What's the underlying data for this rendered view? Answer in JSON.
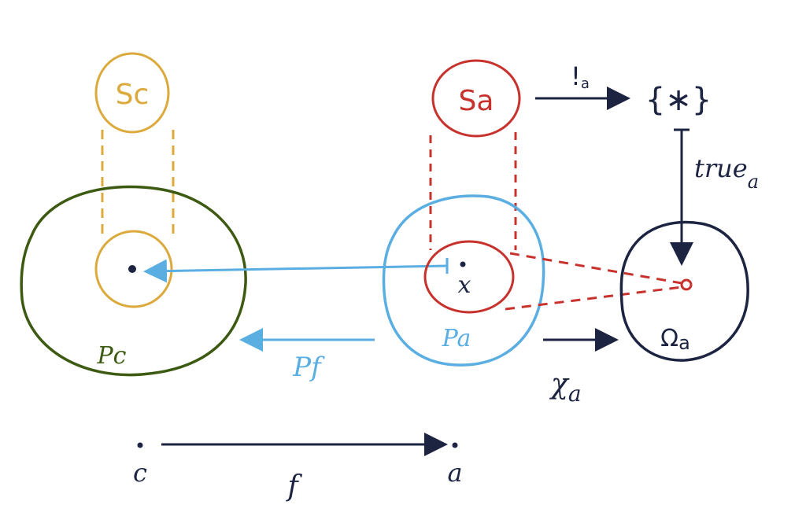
{
  "colors": {
    "yellow": "#dcaa3c",
    "red": "#c8322d",
    "blue": "#5aaee2",
    "green": "#3d5a12",
    "navy": "#1c2442"
  },
  "labels": {
    "sc": "Sc",
    "sa": "Sa",
    "terminal_map": "!",
    "terminal_map_sub": "a",
    "singleton": "{∗}",
    "true_main": "true",
    "true_sub": "a",
    "element_x": "x",
    "pc": "Pc",
    "pa": "Pa",
    "pf": "Pf",
    "omega_main": "Ω",
    "omega_sub": "a",
    "chi_main": "χ",
    "chi_sub": "a",
    "object_c": "c",
    "object_a": "a",
    "morphism_f": "f"
  }
}
